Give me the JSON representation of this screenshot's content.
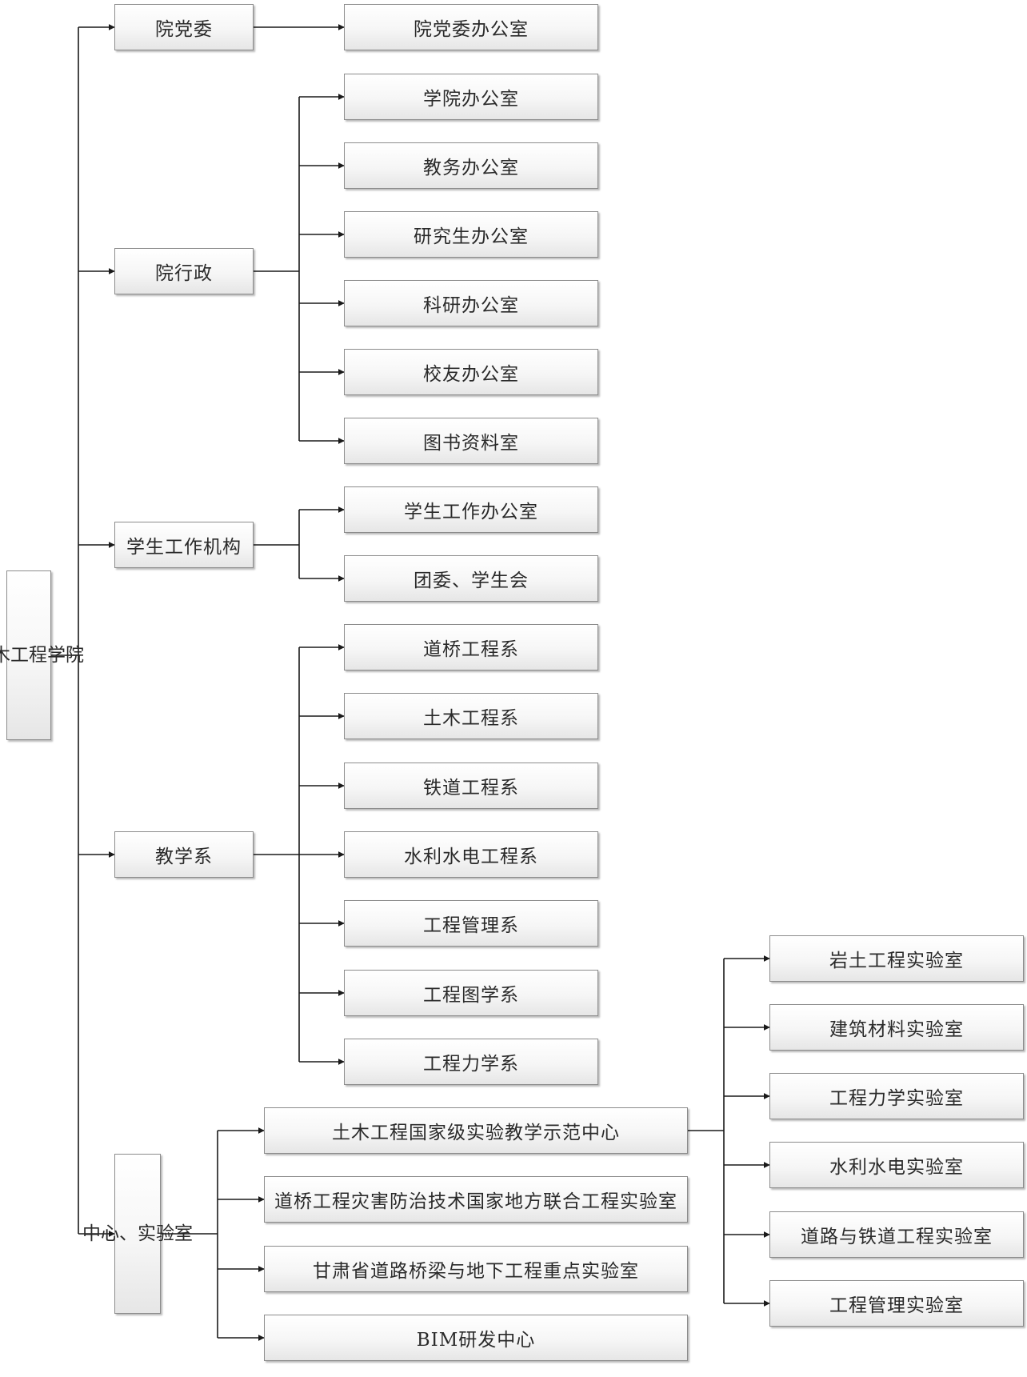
{
  "root": "土木工程学院",
  "level1": {
    "party": "院党委",
    "admin": "院行政",
    "student": "学生工作机构",
    "teaching": "教学系",
    "center": "中心、实验室"
  },
  "party_units": [
    "院党委办公室"
  ],
  "admin_units": [
    "学院办公室",
    "教务办公室",
    "研究生办公室",
    "科研办公室",
    "校友办公室",
    "图书资料室"
  ],
  "student_units": [
    "学生工作办公室",
    "团委、学生会"
  ],
  "teaching_units": [
    "道桥工程系",
    "土木工程系",
    "铁道工程系",
    "水利水电工程系",
    "工程管理系",
    "工程图学系",
    "工程力学系"
  ],
  "center_units": [
    "土木工程国家级实验教学示范中心",
    "道桥工程灾害防治技术国家地方联合工程实验室",
    "甘肃省道路桥梁与地下工程重点实验室",
    "BIM研发中心"
  ],
  "demo_center_labs": [
    "岩土工程实验室",
    "建筑材料实验室",
    "工程力学实验室",
    "水利水电实验室",
    "道路与铁道工程实验室",
    "工程管理实验室"
  ],
  "colors": {
    "line": "#1a1a1a",
    "border": "#8c8c8c",
    "text": "#2a2a2a"
  }
}
